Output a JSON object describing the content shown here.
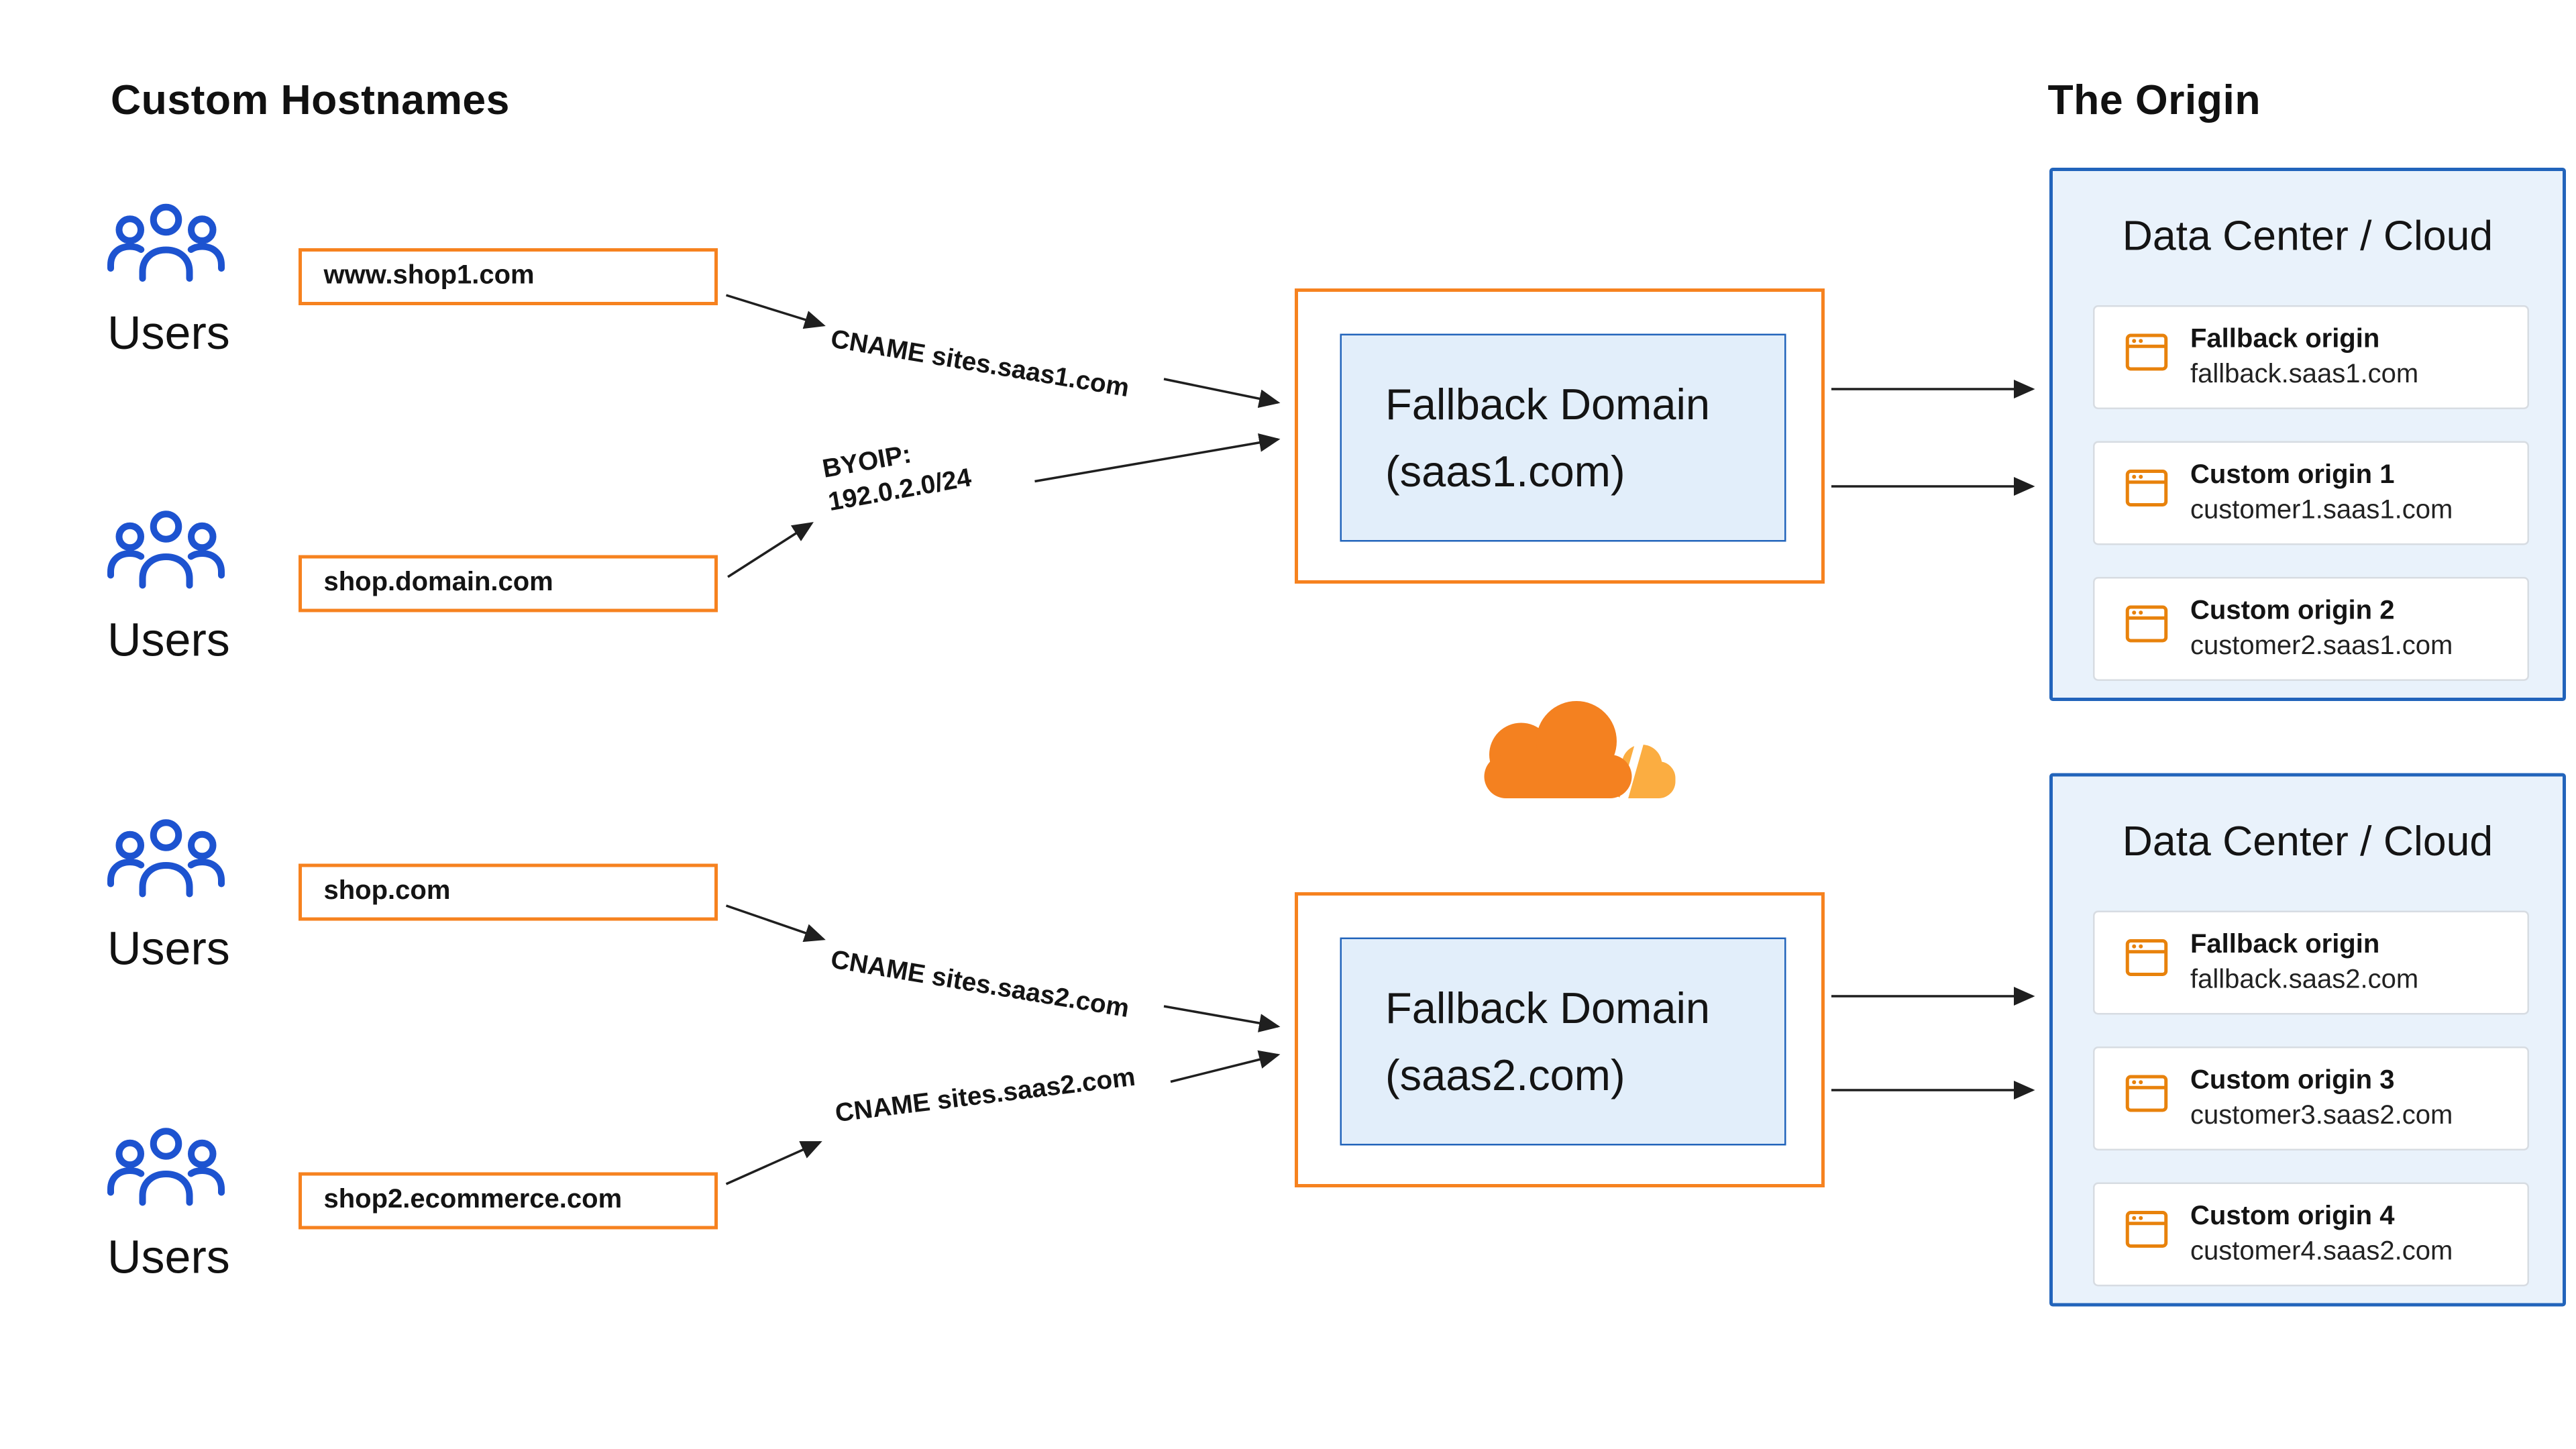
{
  "colors": {
    "orange_border": "#f6821f",
    "blue_border": "#2264bb",
    "panel_fill": "#e9f2fb",
    "inner_fill": "#e2eefa",
    "users_icon_blue": "#1d53d0",
    "window_icon_orange": "#e8820c",
    "arrow": "#1f1f1f",
    "cloudflare_orange": "#f48120",
    "cloudflare_light_orange": "#fbad41"
  },
  "headings": {
    "left": "Custom Hostnames",
    "right": "The Origin"
  },
  "users_label": "Users",
  "hostnames": [
    "www.shop1.com",
    "shop.domain.com",
    "shop.com",
    "shop2.ecommerce.com"
  ],
  "edge_labels": {
    "cname1": "CNAME sites.saas1.com",
    "byoip_line1": "BYOIP:",
    "byoip_line2": "192.0.2.0/24",
    "cname2a": "CNAME sites.saas2.com",
    "cname2b": "CNAME sites.saas2.com"
  },
  "fallback_domains": [
    {
      "title": "Fallback Domain",
      "domain": "(saas1.com)"
    },
    {
      "title": "Fallback Domain",
      "domain": "(saas2.com)"
    }
  ],
  "data_centers": [
    {
      "title": "Data Center / Cloud",
      "origins": [
        {
          "name": "Fallback origin",
          "host": "fallback.saas1.com"
        },
        {
          "name": "Custom origin 1",
          "host": "customer1.saas1.com"
        },
        {
          "name": "Custom origin 2",
          "host": "customer2.saas1.com"
        }
      ]
    },
    {
      "title": "Data Center / Cloud",
      "origins": [
        {
          "name": "Fallback origin",
          "host": "fallback.saas2.com"
        },
        {
          "name": "Custom origin 3",
          "host": "customer3.saas2.com"
        },
        {
          "name": "Custom origin 4",
          "host": "customer4.saas2.com"
        }
      ]
    }
  ]
}
